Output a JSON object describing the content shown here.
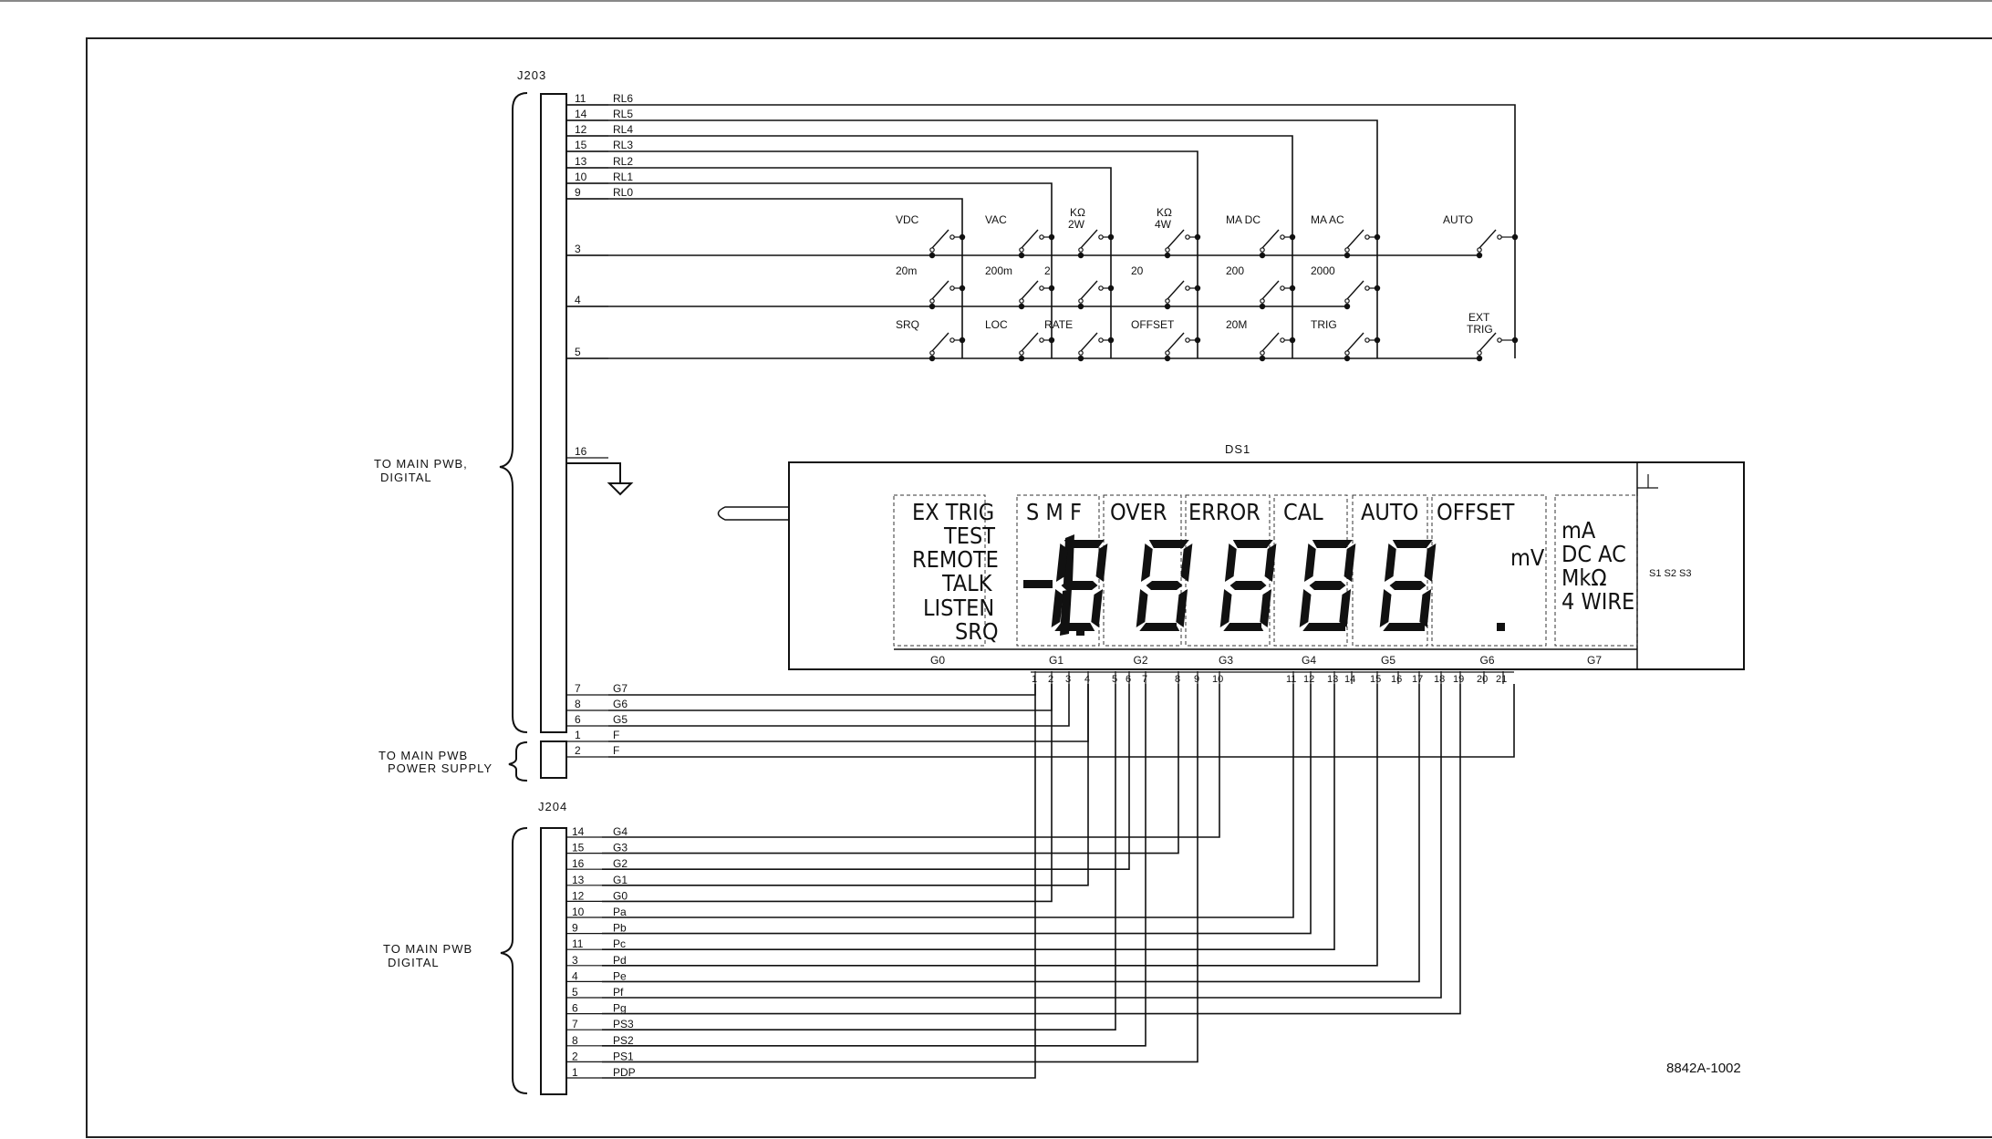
{
  "connectors": {
    "j203": {
      "name": "J203",
      "bracket_label": [
        "TO MAIN PWB,",
        "DIGITAL"
      ],
      "power_label": [
        "TO MAIN PWB",
        "POWER SUPPLY"
      ],
      "pins": [
        {
          "pin": "11",
          "net": "RL6"
        },
        {
          "pin": "14",
          "net": "RL5"
        },
        {
          "pin": "12",
          "net": "RL4"
        },
        {
          "pin": "15",
          "net": "RL3"
        },
        {
          "pin": "13",
          "net": "RL2"
        },
        {
          "pin": "10",
          "net": "RL1"
        },
        {
          "pin": "9",
          "net": "RL0"
        },
        {
          "pin": "3",
          "net": ""
        },
        {
          "pin": "4",
          "net": ""
        },
        {
          "pin": "5",
          "net": ""
        },
        {
          "pin": "16",
          "net": ""
        },
        {
          "pin": "7",
          "net": "G7"
        },
        {
          "pin": "8",
          "net": "G6"
        },
        {
          "pin": "6",
          "net": "G5"
        },
        {
          "pin": "1",
          "net": "F"
        },
        {
          "pin": "2",
          "net": "F"
        }
      ]
    },
    "j204": {
      "name": "J204",
      "bracket_label": [
        "TO MAIN PWB",
        "DIGITAL"
      ],
      "pins": [
        {
          "pin": "14",
          "net": "G4"
        },
        {
          "pin": "15",
          "net": "G3"
        },
        {
          "pin": "16",
          "net": "G2"
        },
        {
          "pin": "13",
          "net": "G1"
        },
        {
          "pin": "12",
          "net": "G0"
        },
        {
          "pin": "10",
          "net": "Pa"
        },
        {
          "pin": "9",
          "net": "Pb"
        },
        {
          "pin": "11",
          "net": "Pc"
        },
        {
          "pin": "3",
          "net": "Pd"
        },
        {
          "pin": "4",
          "net": "Pe"
        },
        {
          "pin": "5",
          "net": "Pf"
        },
        {
          "pin": "6",
          "net": "Pg"
        },
        {
          "pin": "7",
          "net": "PS3"
        },
        {
          "pin": "8",
          "net": "PS2"
        },
        {
          "pin": "2",
          "net": "PS1"
        },
        {
          "pin": "1",
          "net": "PDP"
        }
      ]
    }
  },
  "switches": {
    "row1": [
      "VDC",
      "VAC",
      "KΩ 2W",
      "KΩ 4W",
      "MA DC",
      "MA AC",
      "AUTO"
    ],
    "row2": [
      "20m",
      "200m",
      "2",
      "20",
      "200",
      "2000"
    ],
    "row3": [
      "SRQ",
      "LOC",
      "RATE",
      "OFFSET",
      "20M",
      "TRIG",
      "EXT TRIG"
    ]
  },
  "display": {
    "name": "DS1",
    "grids": [
      "G0",
      "G1",
      "G2",
      "G3",
      "G4",
      "G5",
      "G6",
      "G7"
    ],
    "annunciators": {
      "ex_trig": "EX TRIG",
      "test": "TEST",
      "remote": "REMOTE",
      "talk": "TALK",
      "listen": "LISTEN",
      "srq": "SRQ",
      "smf": "S M F",
      "over": "OVER",
      "error": "ERROR",
      "cal": "CAL",
      "auto": "AUTO",
      "offset": "OFFSET",
      "mv": "mV",
      "ma": "mA",
      "dcac": "DC AC",
      "mkohm": "MkΩ",
      "fourwire": "4 WIRE"
    },
    "digits": "-1.8.8.8.8.8.",
    "s_labels": "S1 S2 S3",
    "pins": [
      "1",
      "2",
      "3",
      "4",
      "5",
      "6",
      "7",
      "8",
      "9",
      "10",
      "11",
      "12",
      "13",
      "14",
      "15",
      "16",
      "17",
      "18",
      "19",
      "20",
      "21"
    ]
  },
  "drawing_number": "8842A-1002"
}
